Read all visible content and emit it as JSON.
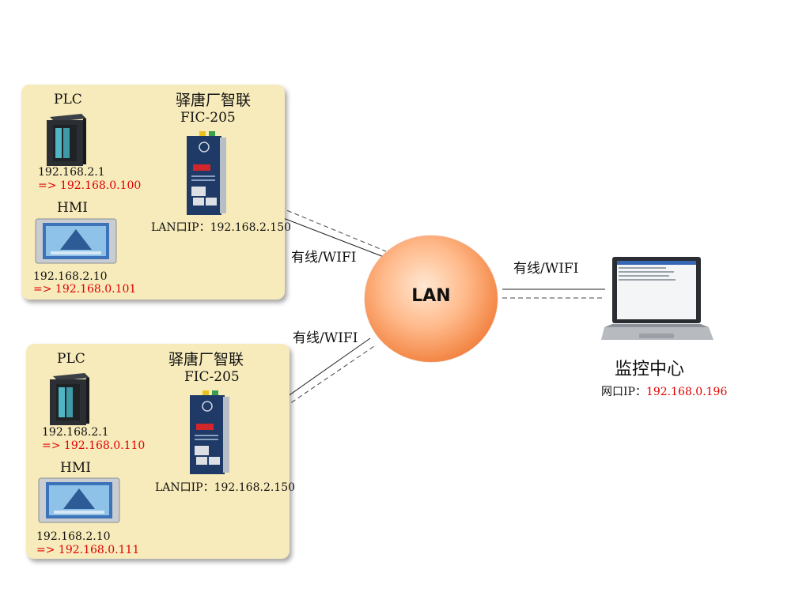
{
  "sites": [
    {
      "plc_label": "PLC",
      "gateway_name": "驿唐厂智联",
      "gateway_model": "FIC-205",
      "plc_ip": "192.168.2.1",
      "plc_mapped_ip": "=> 192.168.0.100",
      "hmi_label": "HMI",
      "hmi_ip": "192.168.2.10",
      "hmi_mapped_ip": "=> 192.168.0.101",
      "lan_ip": "LAN口IP：192.168.2.150",
      "link_label": "有线/WIFI"
    },
    {
      "plc_label": "PLC",
      "gateway_name": "驿唐厂智联",
      "gateway_model": "FIC-205",
      "plc_ip": "192.168.2.1",
      "plc_mapped_ip": "=> 192.168.0.110",
      "hmi_label": "HMI",
      "hmi_ip": "192.168.2.10",
      "hmi_mapped_ip": "=> 192.168.0.111",
      "lan_ip": "LAN口IP：192.168.2.150",
      "link_label": "有线/WIFI"
    }
  ],
  "lan": {
    "label": "LAN"
  },
  "monitor": {
    "link_label": "有线/WIFI",
    "title": "监控中心",
    "ip_label": "网口IP：",
    "ip_value": "192.168.0.196"
  },
  "colors": {
    "panel": "#f7ebbb",
    "mapped_ip": "#e00000",
    "lan_ball": "#f08a45"
  }
}
